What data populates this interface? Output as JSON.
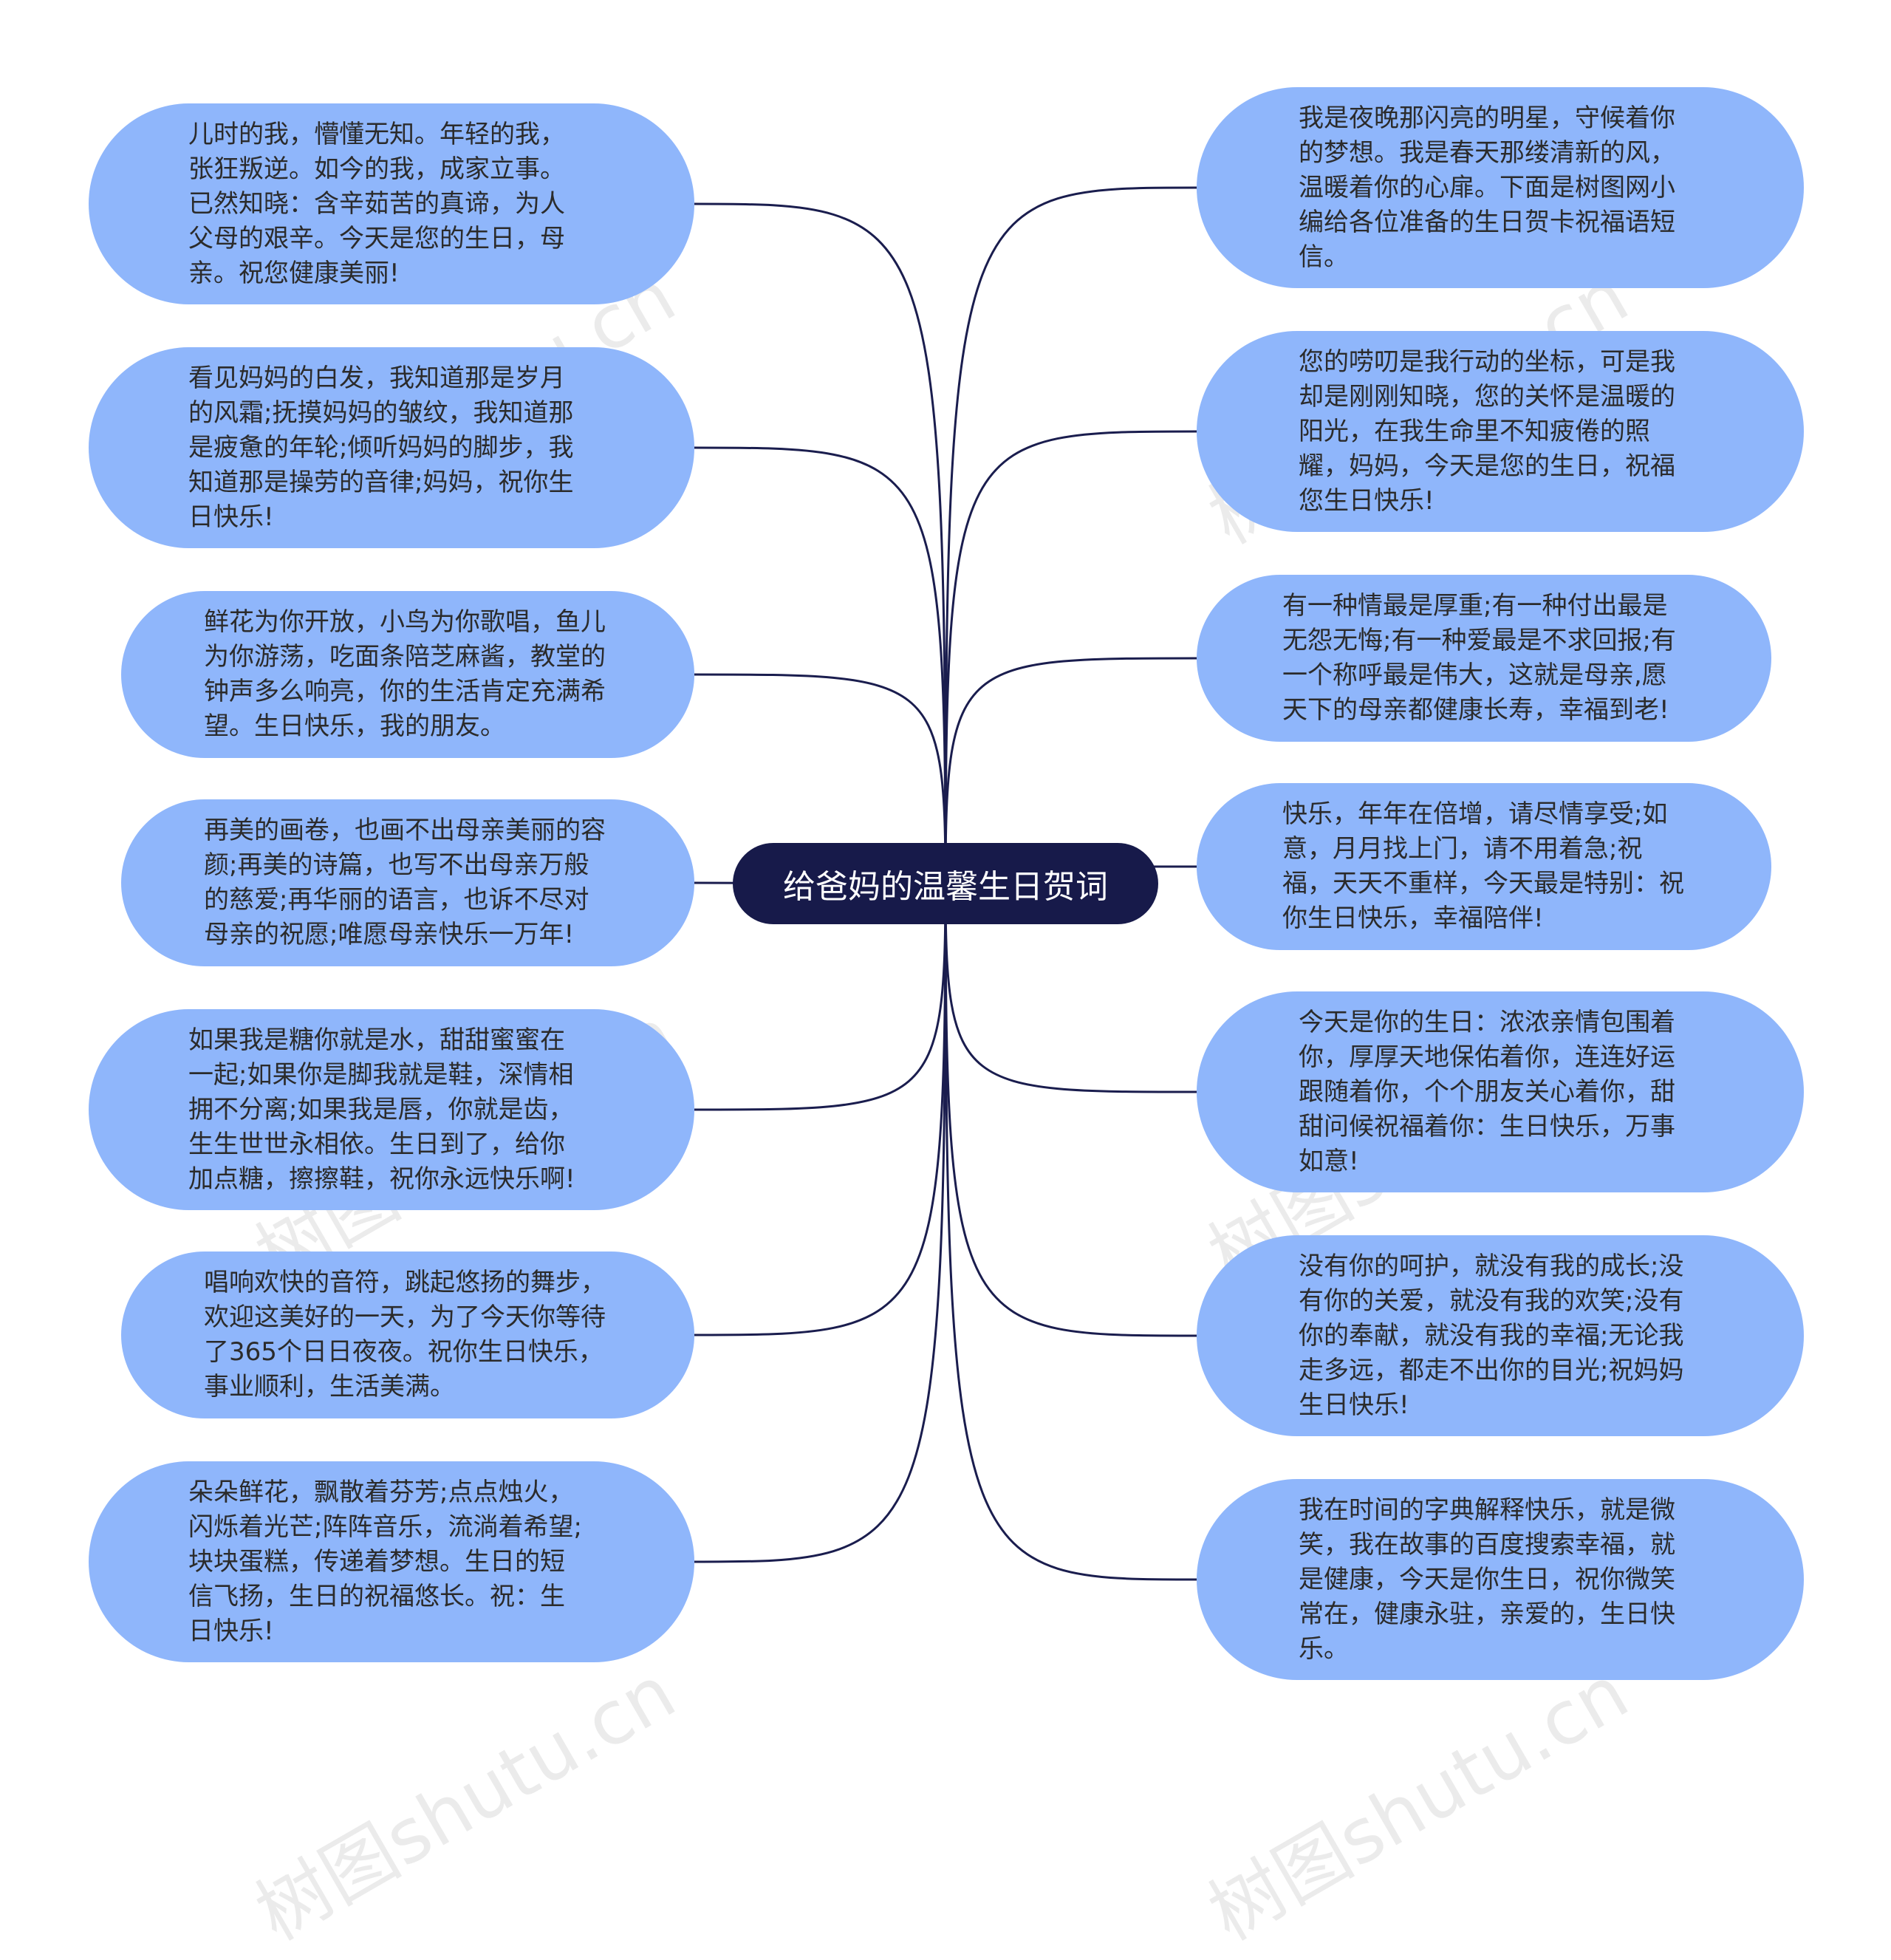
{
  "colors": {
    "node_fill": "#8fb6fb",
    "center_fill": "#171a4a",
    "link": "#1a1d4e"
  },
  "center": {
    "label": "给爸妈的温馨生日贺词"
  },
  "left_nodes": [
    {
      "text": "儿时的我，懵懂无知。年轻的我，张狂叛逆。如今的我，成家立事。已然知晓：含辛茹苦的真谛，为人父母的艰辛。今天是您的生日，母亲。祝您健康美丽!"
    },
    {
      "text": "看见妈妈的白发，我知道那是岁月的风霜;抚摸妈妈的皱纹，我知道那是疲惫的年轮;倾听妈妈的脚步，我知道那是操劳的音律;妈妈，祝你生日快乐!"
    },
    {
      "text": "鲜花为你开放，小鸟为你歌唱，鱼儿为你游荡，吃面条陪芝麻酱，教堂的钟声多么响亮，你的生活肯定充满希望。生日快乐，我的朋友。"
    },
    {
      "text": "再美的画卷，也画不出母亲美丽的容颜;再美的诗篇，也写不出母亲万般的慈爱;再华丽的语言，也诉不尽对母亲的祝愿;唯愿母亲快乐一万年!"
    },
    {
      "text": "如果我是糖你就是水，甜甜蜜蜜在一起;如果你是脚我就是鞋，深情相拥不分离;如果我是唇，你就是齿，生生世世永相依。生日到了，给你加点糖，擦擦鞋，祝你永远快乐啊!"
    },
    {
      "text": "唱响欢快的音符，跳起悠扬的舞步，欢迎这美好的一天，为了今天你等待了365个日日夜夜。祝你生日快乐，事业顺利，生活美满。"
    },
    {
      "text": "朵朵鲜花，飘散着芬芳;点点烛火，闪烁着光芒;阵阵音乐，流淌着希望;块块蛋糕，传递着梦想。生日的短信飞扬，生日的祝福悠长。祝：生日快乐!"
    }
  ],
  "right_nodes": [
    {
      "text": "我是夜晚那闪亮的明星，守候着你的梦想。我是春天那缕清新的风，温暖着你的心扉。下面是树图网小编给各位准备的生日贺卡祝福语短信。"
    },
    {
      "text": "您的唠叨是我行动的坐标，可是我却是刚刚知晓，您的关怀是温暖的阳光，在我生命里不知疲倦的照耀，妈妈，今天是您的生日，祝福您生日快乐!"
    },
    {
      "text": "有一种情最是厚重;有一种付出最是无怨无悔;有一种爱最是不求回报;有一个称呼最是伟大，这就是母亲,愿天下的母亲都健康长寿，幸福到老!"
    },
    {
      "text": "快乐，年年在倍增，请尽情享受;如意，月月找上门，请不用着急;祝福，天天不重样，今天最是特别：祝你生日快乐，幸福陪伴!"
    },
    {
      "text": "今天是你的生日：浓浓亲情包围着你，厚厚天地保佑着你，连连好运跟随着你，个个朋友关心着你，甜甜问候祝福着你：生日快乐，万事如意!"
    },
    {
      "text": "没有你的呵护，就没有我的成长;没有你的关爱，就没有我的欢笑;没有你的奉献，就没有我的幸福;无论我走多远，都走不出你的目光;祝妈妈生日快乐!"
    },
    {
      "text": "我在时间的字典解释快乐，就是微笑，我在故事的百度搜索幸福，就是健康，今天是你生日，祝你微笑常在，健康永驻，亲爱的，生日快乐。"
    }
  ],
  "watermark": "树图shutu.cn"
}
